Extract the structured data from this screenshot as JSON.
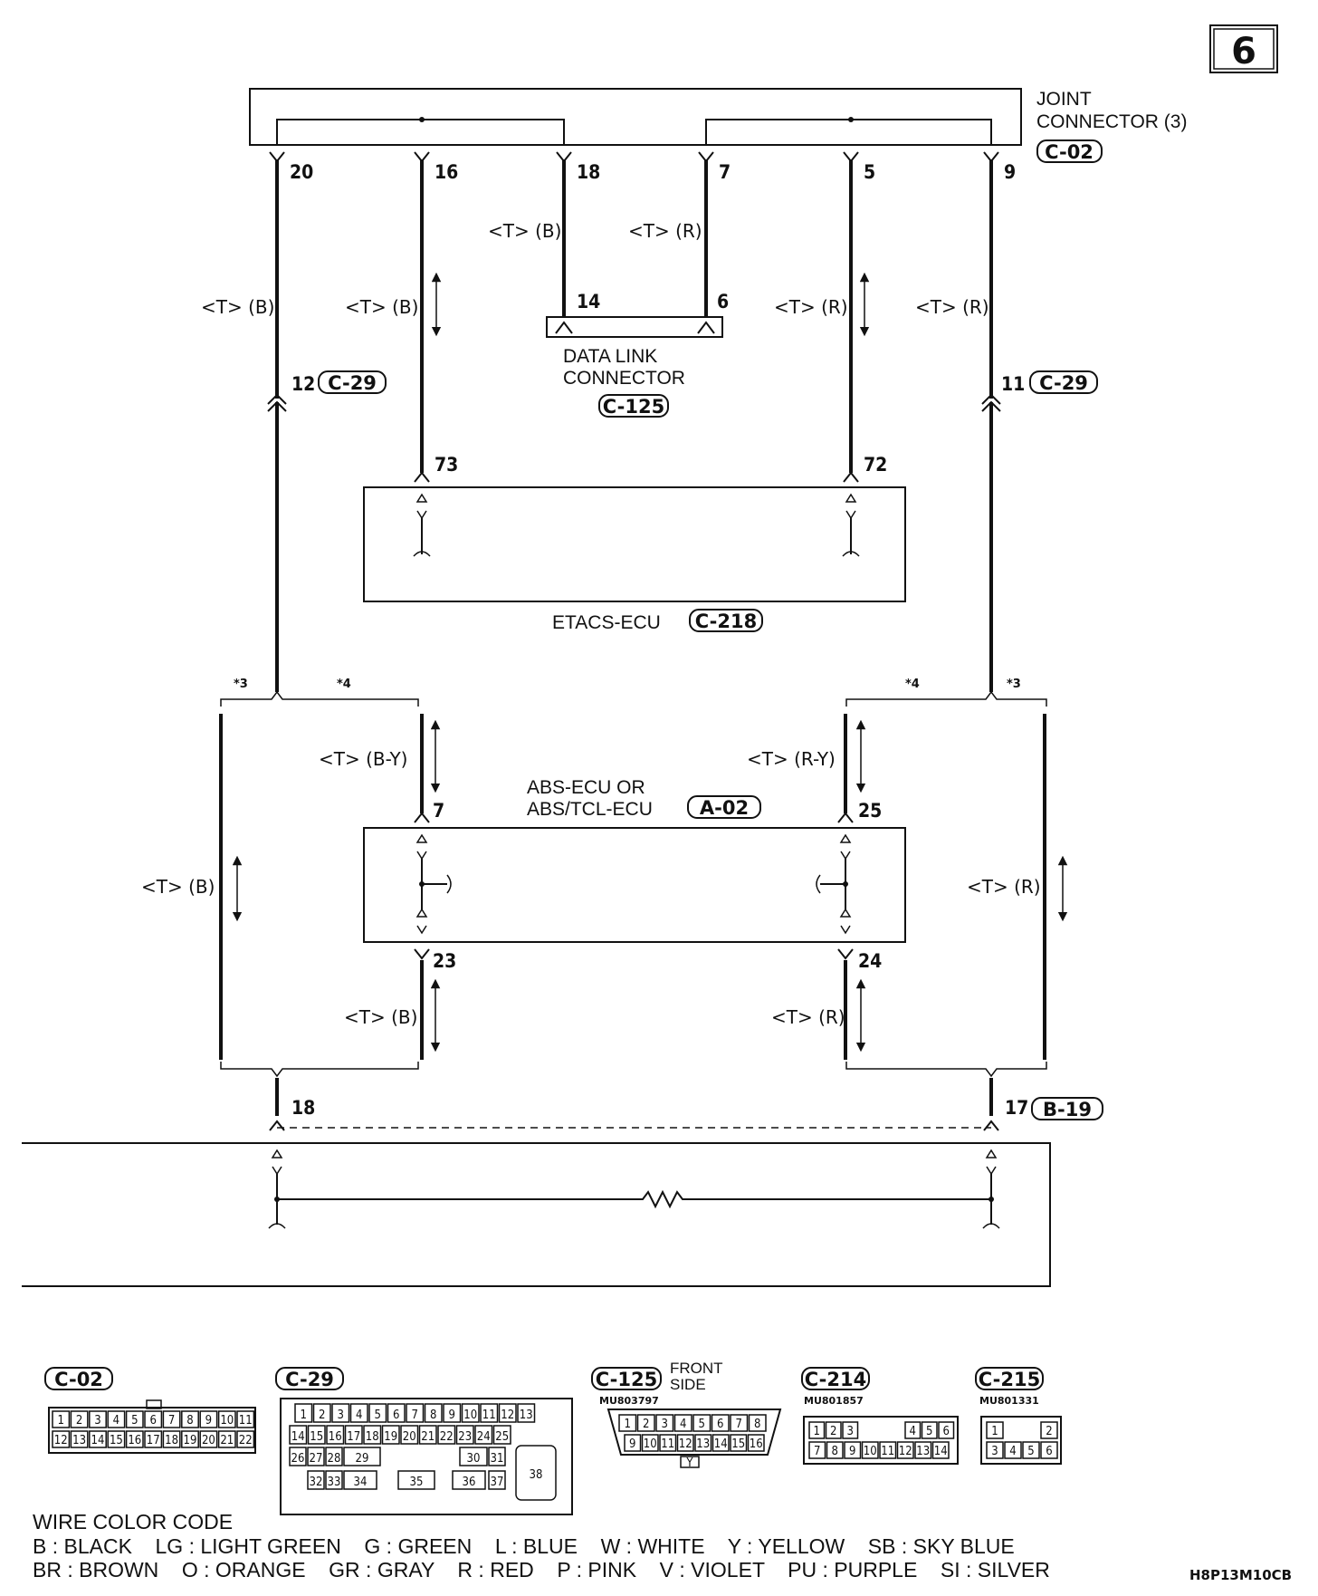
{
  "page_number": "6",
  "joint_connector": {
    "label_line1": "JOINT",
    "label_line2": "CONNECTOR (3)",
    "connector": "C-02",
    "pins": [
      "20",
      "16",
      "18",
      "7",
      "5",
      "9"
    ]
  },
  "data_link_connector": {
    "label_line1": "DATA LINK",
    "label_line2": "CONNECTOR",
    "connector": "C-125",
    "pins": [
      "14",
      "6"
    ]
  },
  "etacs_ecu": {
    "label": "ETACS-ECU",
    "connector": "C-218",
    "pins": [
      "73",
      "72"
    ]
  },
  "abs_ecu": {
    "label_line1": "ABS-ECU OR",
    "label_line2": "ABS/TCL-ECU",
    "connector": "A-02",
    "pins": [
      "7",
      "25",
      "23",
      "24"
    ]
  },
  "intermediate_connectors": [
    {
      "pin": "12",
      "connector": "C-29"
    },
    {
      "pin": "11",
      "connector": "C-29"
    }
  ],
  "bottom_connector": {
    "pins": [
      "18",
      "17"
    ],
    "connector": "B-19"
  },
  "wires": {
    "w1": "<T> (B)",
    "w2": "<T> (B)",
    "w3": "<T> (B)",
    "w4": "<T> (R)",
    "w5": "<T> (R)",
    "w6": "<T> (R)",
    "w7": "<T> (B-Y)",
    "w8": "<T> (R-Y)",
    "w9": "<T> (B)",
    "w10": "<T> (R)",
    "w11": "<T> (B)",
    "w12": "<T> (R)"
  },
  "variant_marks": {
    "m3": "*3",
    "m4": "*4"
  },
  "connector_views": {
    "c02": {
      "name": "C-02",
      "row1": [
        "1",
        "2",
        "3",
        "4",
        "5",
        "6",
        "7",
        "8",
        "9",
        "10",
        "11"
      ],
      "row2": [
        "12",
        "13",
        "14",
        "15",
        "16",
        "17",
        "18",
        "19",
        "20",
        "21",
        "22"
      ]
    },
    "c29": {
      "name": "C-29",
      "row1": [
        "1",
        "2",
        "3",
        "4",
        "5",
        "6",
        "7",
        "8",
        "9",
        "10",
        "11",
        "12",
        "13"
      ],
      "row2": [
        "14",
        "15",
        "16",
        "17",
        "18",
        "19",
        "20",
        "21",
        "22",
        "23",
        "24",
        "25"
      ],
      "row3": [
        "26",
        "27",
        "28",
        "29",
        "30",
        "31"
      ],
      "row4": [
        "32",
        "33",
        "34",
        "35",
        "36",
        "37"
      ],
      "big": "38"
    },
    "c125": {
      "name": "C-125",
      "side_line1": "FRONT",
      "side_line2": "SIDE",
      "part": "MU803797",
      "row1": [
        "1",
        "2",
        "3",
        "4",
        "5",
        "6",
        "7",
        "8"
      ],
      "row2": [
        "9",
        "10",
        "11",
        "12",
        "13",
        "14",
        "15",
        "16"
      ],
      "key": "Y"
    },
    "c214": {
      "name": "C-214",
      "part": "MU801857",
      "row1": [
        "1",
        "2",
        "3",
        "4",
        "5",
        "6"
      ],
      "row2": [
        "7",
        "8",
        "9",
        "10",
        "11",
        "12",
        "13",
        "14"
      ]
    },
    "c215": {
      "name": "C-215",
      "part": "MU801331",
      "row1": [
        "1",
        "2"
      ],
      "row2": [
        "3",
        "4",
        "5",
        "6"
      ]
    }
  },
  "wire_color_code": {
    "title": "WIRE COLOR CODE",
    "line1": "B : BLACK    LG : LIGHT GREEN    G : GREEN    L : BLUE    W : WHITE    Y : YELLOW    SB : SKY BLUE",
    "line2": "BR : BROWN    O : ORANGE    GR : GRAY    R : RED    P : PINK    V : VIOLET    PU : PURPLE    SI : SILVER"
  },
  "figure_code": "H8P13M10CB"
}
